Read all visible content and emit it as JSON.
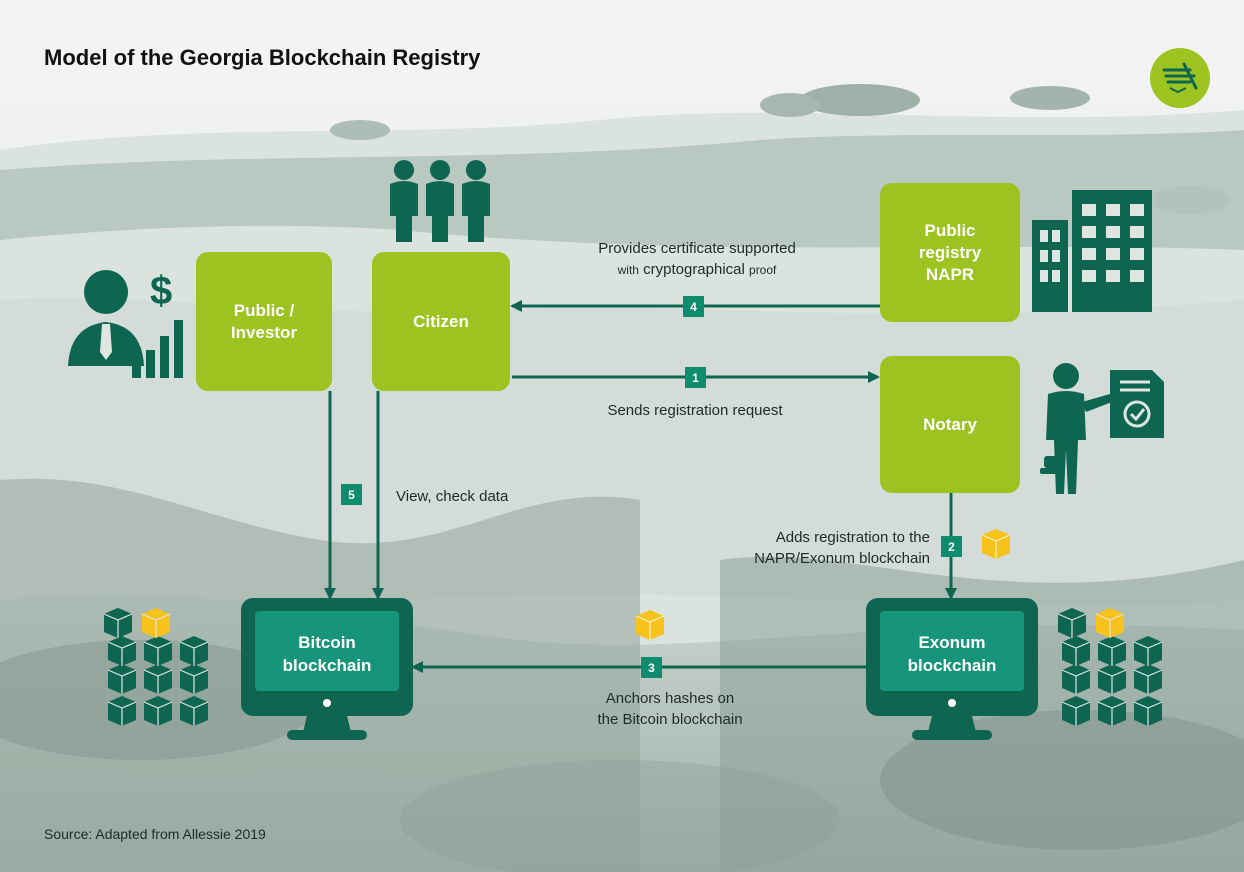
{
  "title": "Model of the Georgia Blockchain Registry",
  "source": "Source: Adapted from Allessie 2019",
  "colors": {
    "box_green": "#9cc320",
    "dark_green": "#0f6650",
    "badge_teal": "#0f8c6e",
    "block_yellow": "#f6c21b",
    "arrow": "#0f6650"
  },
  "nodes": {
    "public_investor": {
      "line1": "Public /",
      "line2": "Investor"
    },
    "citizen": {
      "line1": "Citizen"
    },
    "public_registry": {
      "line1": "Public",
      "line2": "registry",
      "line3": "NAPR"
    },
    "notary": {
      "line1": "Notary"
    },
    "bitcoin": {
      "line1": "Bitcoin",
      "line2": "blockchain"
    },
    "exonum": {
      "line1": "Exonum",
      "line2": "blockchain"
    }
  },
  "edges": {
    "e4": {
      "badge": "4",
      "line1": "Provides certificate supported",
      "line2_small1": "with",
      "line2_main": "cryptographical",
      "line2_small2": "proof"
    },
    "e1": {
      "badge": "1",
      "text": "Sends registration request"
    },
    "e2": {
      "badge": "2",
      "line1": "Adds registration to the",
      "line2": "NAPR/Exonum blockchain"
    },
    "e3": {
      "badge": "3",
      "line1": "Anchors hashes on",
      "line2": "the Bitcoin blockchain"
    },
    "e5": {
      "badge": "5",
      "text": "View, check data"
    }
  },
  "icons": [
    "people-icon",
    "investor-icon",
    "building-icon",
    "notary-icon",
    "block-stack-icon",
    "yellow-block-icon",
    "logo-icon",
    "monitor-icon"
  ]
}
